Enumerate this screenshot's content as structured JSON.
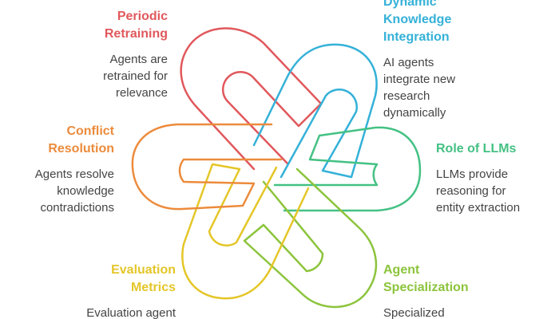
{
  "colors": {
    "red": "#e0585c",
    "blue": "#34b1d8",
    "green": "#44c183",
    "lime": "#8cc43c",
    "yellow": "#e4c628",
    "orange": "#ec8b3c",
    "text": "#444444"
  },
  "segments": [
    {
      "id": "periodic-retraining",
      "title": "Periodic\nRetraining",
      "description": "Agents are\nretrained for\nrelevance",
      "color": "#e0585c"
    },
    {
      "id": "dynamic-knowledge-integration",
      "title": "Dynamic\nKnowledge\nIntegration",
      "description": "AI agents\nintegrate new\nresearch\ndynamically",
      "color": "#34b1d8"
    },
    {
      "id": "role-of-llms",
      "title": "Role of LLMs",
      "description": "LLMs provide\nreasoning for\nentity extraction",
      "color": "#44c183"
    },
    {
      "id": "agent-specialization",
      "title": "Agent\nSpecialization",
      "description": "Specialized",
      "color": "#8cc43c"
    },
    {
      "id": "evaluation-metrics",
      "title": "Evaluation\nMetrics",
      "description": "Evaluation agent",
      "color": "#e4c628"
    },
    {
      "id": "conflict-resolution",
      "title": "Conflict\nResolution",
      "description": "Agents resolve\nknowledge\ncontradictions",
      "color": "#ec8b3c"
    }
  ]
}
